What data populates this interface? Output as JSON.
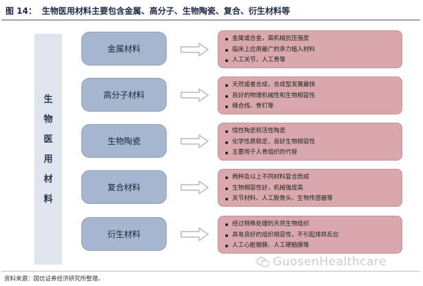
{
  "header": {
    "fig_label": "图 14：",
    "title": "生物医用材料主要包含金属、高分子、生物陶瓷、复合、衍生材料等"
  },
  "root": {
    "label_chars": [
      "生",
      "物",
      "医",
      "用",
      "材",
      "料"
    ]
  },
  "categories": [
    {
      "label": "金属材料",
      "points": [
        "金属或合金，高机械抗压强度",
        "临床上应用最广的承力植入材料",
        "人工关节，人工骨等"
      ]
    },
    {
      "label": "高分子材料",
      "points": [
        "天然或者合成，合成型发展最快",
        "良好的物理机械性和生物相容性",
        "缝合线、骨钉等"
      ]
    },
    {
      "label": "生物陶瓷",
      "points": [
        "惰性陶瓷和活性陶瓷",
        "化学性质稳定，良好生物相容性",
        "主要用于人骨组织的代替"
      ]
    },
    {
      "label": "复合材料",
      "points": [
        "两种及以上不同材料复合而成",
        "生物相容性好，机械强度高",
        "关节材料、人工股骨头、生物传感器等"
      ]
    },
    {
      "label": "衍生材料",
      "points": [
        "经过特殊处理的天然生物组织",
        "具有良好的组织相容性，不引起排异反应",
        "人工心脏瓣膜、人工硬脑膜等"
      ]
    }
  ],
  "footer": {
    "source": "资料来源：国信证券经济研究所整理。",
    "watermark": "GuosenHealthcare"
  }
}
